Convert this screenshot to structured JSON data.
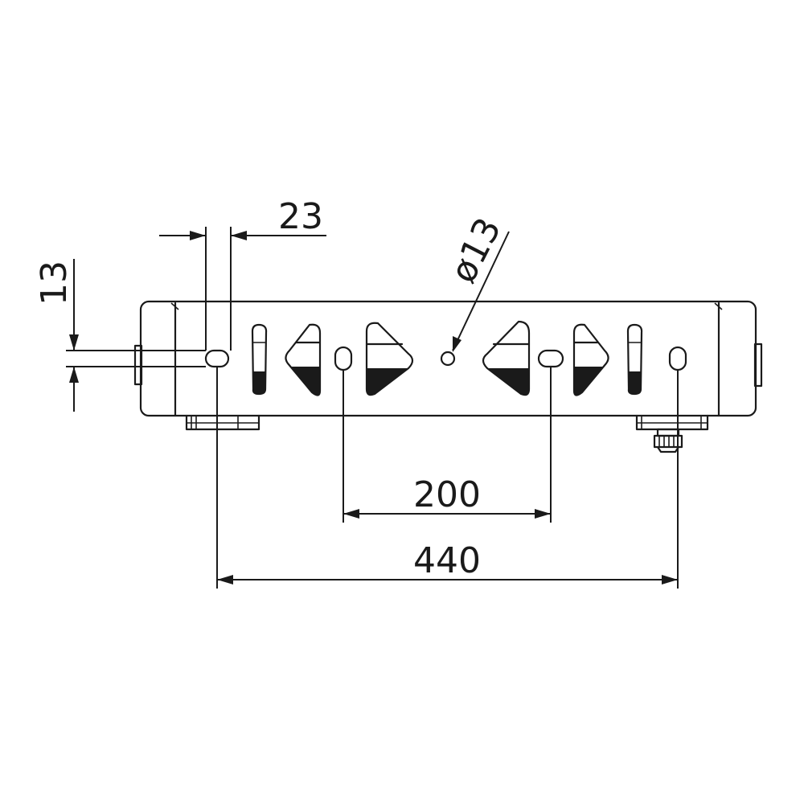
{
  "drawing": {
    "dimensions": {
      "offset_x": "23",
      "offset_y": "13",
      "diameter": "ø13",
      "hole_spacing": "200",
      "total_spacing": "440"
    }
  }
}
